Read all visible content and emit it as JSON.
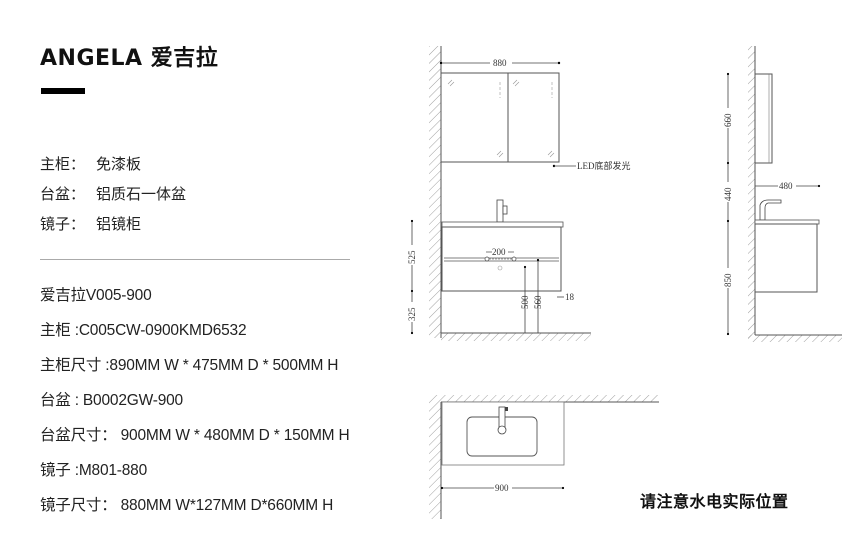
{
  "brand": {
    "title": "ANGELA 爱吉拉"
  },
  "materials": [
    {
      "label": "主柜：",
      "value": "免漆板"
    },
    {
      "label": "台盆：",
      "value": "铝质石一体盆"
    },
    {
      "label": "镜子：",
      "value": "铝镜柜"
    }
  ],
  "product_info": [
    "爱吉拉V005-900",
    "主柜 :C005CW-0900KMD6532",
    "主柜尺寸 :890MM W * 475MM D * 500MM H",
    "台盆 : B0002GW-900",
    "台盆尺寸： 900MM W * 480MM D * 150MM H",
    "镜子 :M801-880",
    "镜子尺寸： 880MM W*127MM D*660MM H"
  ],
  "drawing": {
    "front": {
      "mirror_width": "880",
      "led_note": "LED底部发光",
      "drain_spacing": "200",
      "height_cabinet": "525",
      "height_floor": "325",
      "dim_500": "500",
      "dim_560": "560",
      "dim_18": "18"
    },
    "side": {
      "mirror_height": "660",
      "gap": "440",
      "vanity_height": "850",
      "depth": "480"
    },
    "top": {
      "width": "900"
    }
  },
  "notice": "请注意水电实际位置"
}
